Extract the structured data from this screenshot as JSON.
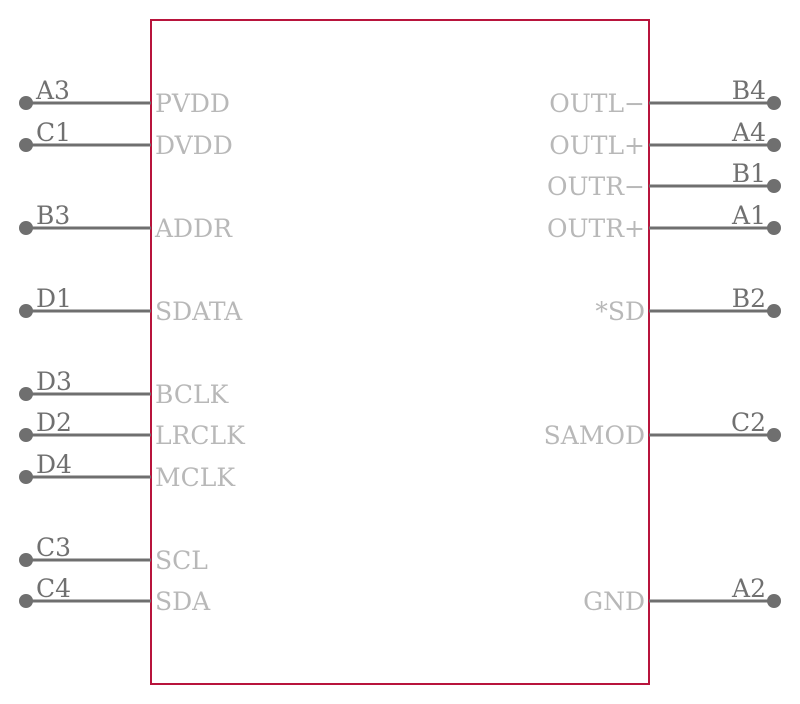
{
  "component": {
    "body_color": "#b8143c",
    "pin_color": "#6f6f6f",
    "label_color": "#b8b8b8",
    "left_pins": [
      {
        "number": "A3",
        "name": "PVDD"
      },
      {
        "number": "C1",
        "name": "DVDD"
      },
      {
        "number": "B3",
        "name": "ADDR"
      },
      {
        "number": "D1",
        "name": "SDATA"
      },
      {
        "number": "D3",
        "name": "BCLK"
      },
      {
        "number": "D2",
        "name": "LRCLK"
      },
      {
        "number": "D4",
        "name": "MCLK"
      },
      {
        "number": "C3",
        "name": "SCL"
      },
      {
        "number": "C4",
        "name": "SDA"
      }
    ],
    "right_pins": [
      {
        "number": "B4",
        "name": "OUTL−"
      },
      {
        "number": "A4",
        "name": "OUTL+"
      },
      {
        "number": "B1",
        "name": "OUTR−"
      },
      {
        "number": "A1",
        "name": "OUTR+"
      },
      {
        "number": "B2",
        "name": "*SD"
      },
      {
        "number": "C2",
        "name": "SAMOD"
      },
      {
        "number": "A2",
        "name": "GND"
      }
    ]
  }
}
